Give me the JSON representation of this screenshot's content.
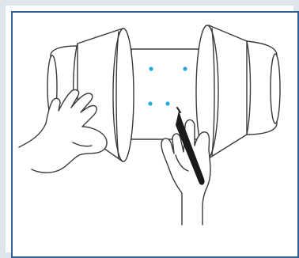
{
  "illustration": {
    "subject": "speaker-cone-marking",
    "colors": {
      "line": "#3a3a3a",
      "dot": "#29a9d8",
      "pen": "#1a1a1a",
      "frame_outer": "#dfe5ec",
      "frame_inner": "#2f5f93"
    },
    "dots": [
      {
        "name": "dot-top-left"
      },
      {
        "name": "dot-top-right"
      },
      {
        "name": "dot-bottom-left"
      },
      {
        "name": "dot-bottom-right"
      }
    ]
  }
}
